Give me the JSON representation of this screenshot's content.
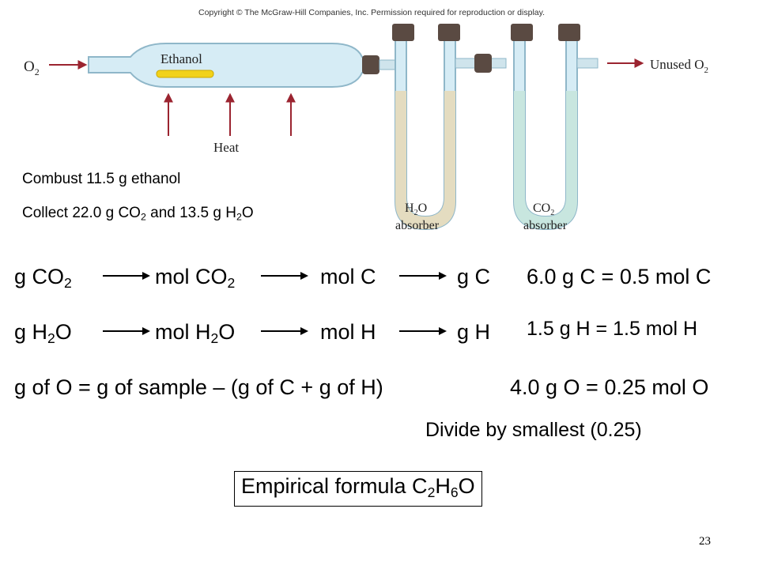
{
  "copyright": "Copyright © The McGraw-Hill Companies, Inc. Permission required for reproduction or display.",
  "diagram": {
    "o2_in": {
      "base": "O",
      "sub": "2"
    },
    "ethanol_label": "Ethanol",
    "heat_label": "Heat",
    "unused_o2": {
      "text": "Unused O",
      "sub": "2"
    },
    "h2o_absorber": {
      "line1_base": "H",
      "line1_sub": "2",
      "line1_tail": "O",
      "line2": "absorber"
    },
    "co2_absorber": {
      "line1_base": "CO",
      "line1_sub": "2",
      "line2": "absorber"
    },
    "colors": {
      "tube": "#d6ecf5",
      "tube_stroke": "#8fb7c9",
      "arrow": "#9b2430",
      "ethanol_dish": "#f2d21a",
      "h2o_fill": "#e4dcc0",
      "co2_fill": "#c8e6df",
      "stopper": "#5a4a42"
    }
  },
  "notes": {
    "line1": "Combust 11.5 g ethanol",
    "line2": {
      "a": "Collect 22.0 g CO",
      "sub1": "2",
      "b": " and 13.5 g H",
      "sub2": "2",
      "c": "O"
    }
  },
  "conversion_c": {
    "start": {
      "base": "g CO",
      "sub": "2"
    },
    "step2": {
      "base": "mol CO",
      "sub": "2"
    },
    "step3": "mol C",
    "step4": "g C",
    "result": "6.0 g C = 0.5 mol C"
  },
  "conversion_h": {
    "start": {
      "base": "g H",
      "sub": "2",
      "tail": "O"
    },
    "step2": {
      "base": "mol H",
      "sub": "2",
      "tail": "O"
    },
    "step3": "mol H",
    "step4": "g H",
    "result": "1.5 g H = 1.5 mol H"
  },
  "oxygen": {
    "equation": "g of O = g of sample – (g of C + g of H)",
    "result": "4.0 g O = 0.25 mol O"
  },
  "divide_note": "Divide by smallest (0.25)",
  "empirical": {
    "text": "Empirical formula C",
    "sub1": "2",
    "mid": "H",
    "sub2": "6",
    "tail": "O"
  },
  "page_number": "23"
}
